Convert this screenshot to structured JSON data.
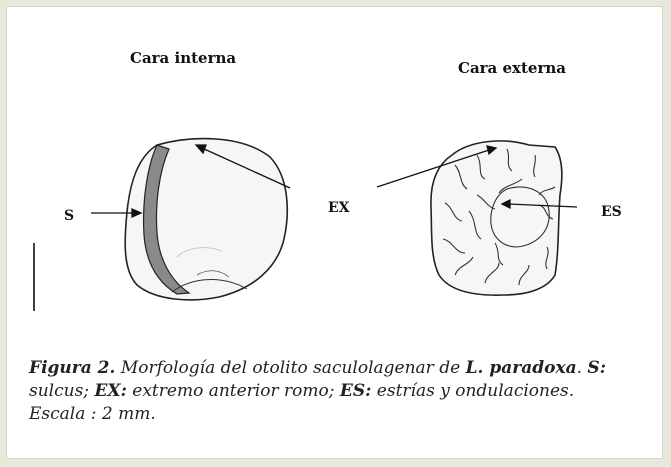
{
  "figure": {
    "left_title": "Cara interna",
    "right_title": "Cara externa",
    "label_s": "S",
    "label_ex": "EX",
    "label_es": "ES"
  },
  "caption": {
    "fig_label": "Figura 2.",
    "text_1": " Morfología del otolito saculolagenar de ",
    "species": "L. paradoxa",
    "text_2": ". ",
    "key_s": "S:",
    "def_s": " sulcus; ",
    "key_ex": "EX:",
    "def_ex": " extremo anterior romo; ",
    "key_es": "ES:",
    "def_es": " estrías y ondulaciones. Escala : 2 mm."
  }
}
